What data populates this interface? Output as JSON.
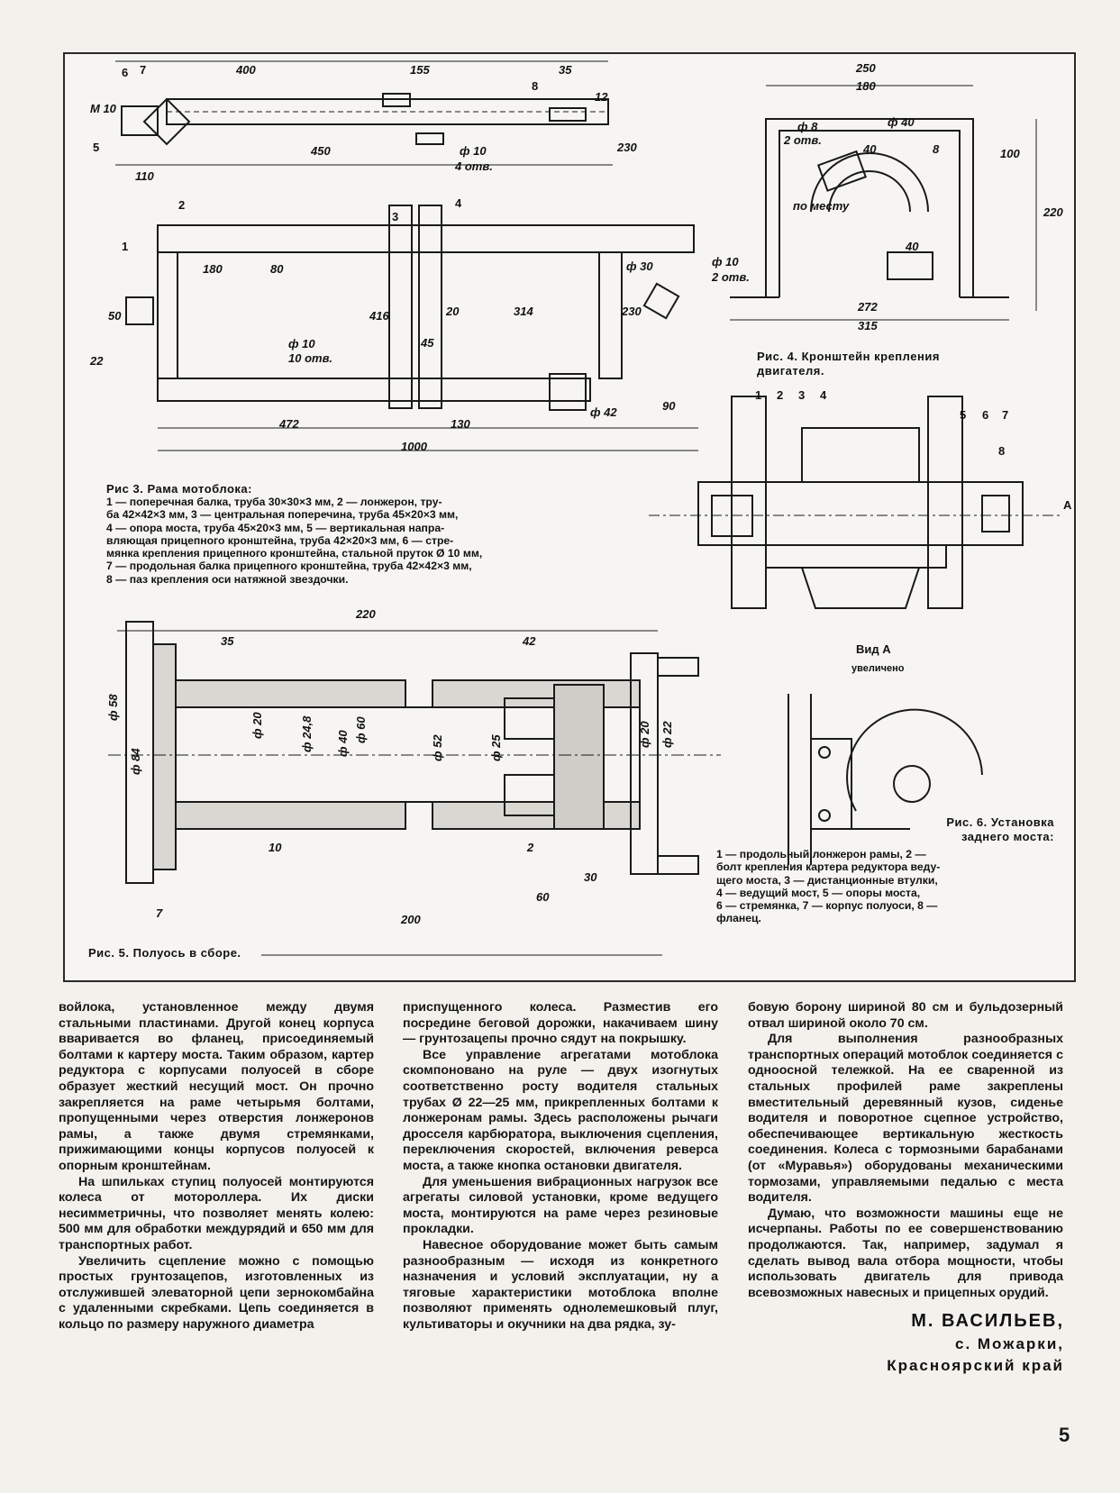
{
  "fig3": {
    "title": "Рис 3. Рама мотоблока:",
    "lines": [
      "1 — поперечная балка, труба 30×30×3 мм, 2 — лонжерон, тру-",
      "ба 42×42×3 мм, 3 — центральная поперечина, труба 45×20×3 мм,",
      "4 — опора моста, труба 45×20×3 мм, 5 — вертикальная напра-",
      "вляющая прицепного кронштейна, труба 42×20×3 мм, 6 — стре-",
      "мянка крепления прицепного кронштейна, стальной пруток Ø 10 мм,",
      "7 — продольная балка прицепного кронштейна, труба 42×42×3 мм,",
      "8 — паз крепления оси натяжной звездочки."
    ],
    "dims": [
      "400",
      "155",
      "35",
      "12",
      "450",
      "230",
      "110",
      "М 10",
      "ф 10",
      "4 отв.",
      "180",
      "80",
      "50",
      "416",
      "20",
      "314",
      "230",
      "ф 30",
      "ф 10",
      "10 отв.",
      "45",
      "22",
      "472",
      "130",
      "ф 42",
      "90",
      "1000"
    ],
    "labels": [
      "6",
      "7",
      "5",
      "8",
      "1",
      "2",
      "3",
      "4"
    ]
  },
  "fig4": {
    "title": "Рис. 4. Кронштейн крепления двигателя.",
    "dims": [
      "250",
      "180",
      "ф 8",
      "2 отв.",
      "ф 40",
      "40",
      "по месту",
      "100",
      "220",
      "ф 10",
      "2 отв.",
      "40",
      "272",
      "315"
    ],
    "labels": [
      "8"
    ]
  },
  "fig5": {
    "title": "Рис. 5. Полуось в сборе.",
    "dims": [
      "220",
      "35",
      "42",
      "ф 58",
      "ф 84",
      "ф 20",
      "ф 24,8",
      "ф 40",
      "ф 60",
      "ф 52",
      "ф 25",
      "ф 20",
      "ф 22",
      "10",
      "2",
      "30",
      "60",
      "7",
      "200"
    ]
  },
  "fig6": {
    "title": "Рис. 6. Установка заднего моста:",
    "lines": [
      "1 — продольный лонжерон рамы, 2 —",
      "болт крепления картера редуктора веду-",
      "щего моста, 3 — дистанционные втулки,",
      "4 — ведущий мост, 5 — опоры моста,",
      "6 — стремянка, 7 — корпус полуоси, 8 —",
      "фланец."
    ],
    "labels": [
      "1",
      "2",
      "3",
      "4",
      "5",
      "6",
      "7",
      "8",
      "А"
    ],
    "view_label_1": "Вид А",
    "view_label_2": "увеличено"
  },
  "columns": {
    "col1": [
      "войлока, установленное между двумя стальными пластинами. Другой конец корпуса вваривается во фланец, присоединяемый болтами к картеру моста. Таким образом, картер редуктора с корпусами полуосей в сборе образует жесткий несущий мост. Он прочно закрепляется на раме четырьмя болтами, пропущенными через отверстия лонжеронов рамы, а также двумя стремянками, прижимающими концы корпусов полуосей к опорным кронштейнам.",
      "На шпильках ступиц полуосей монтируются колеса от мотороллера. Их диски несимметричны, что позволяет менять колею: 500 мм для обработки междурядий и 650 мм для транспортных работ.",
      "Увеличить сцепление можно с помощью простых грунтозацепов, изготовленных из отслужившей элеваторной цепи зернокомбайна с удаленными скребками. Цепь соединяется в кольцо по размеру наружного диаметра"
    ],
    "col2": [
      "приспущенного колеса. Разместив его посредине беговой дорожки, накачиваем шину — грунтозацепы прочно сядут на покрышку.",
      "Все управление агрегатами мотоблока скомпоновано на руле — двух изогнутых соответственно росту водителя стальных трубах Ø 22—25 мм, прикрепленных болтами к лонжеронам рамы. Здесь расположены рычаги дросселя карбюратора, выключения сцепления, переключения скоростей, включения реверса моста, а также кнопка остановки двигателя.",
      "Для уменьшения вибрационных нагрузок все агрегаты силовой установки, кроме ведущего моста, монтируются на раме через резиновые прокладки.",
      "Навесное оборудование может быть самым разнообразным — исходя из конкретного назначения и условий эксплуатации, ну а тяговые характеристики мотоблока вполне позволяют применять однолемешковый плуг, культиваторы и окучники на два рядка, зу-"
    ],
    "col3": [
      "бовую борону шириной 80 см и бульдозерный отвал шириной около 70 см.",
      "Для выполнения разнообразных транспортных операций мотоблок соединяется с одноосной тележкой. На ее сваренной из стальных профилей раме закреплены вместительный деревянный кузов, сиденье водителя и поворотное сцепное устройство, обеспечивающее вертикальную жесткость соединения. Колеса с тормозными барабанами (от «Муравья») оборудованы механическими тормозами, управляемыми педалью с места водителя.",
      "Думаю, что возможности машины еще не исчерпаны. Работы по ее совершенствованию продолжаются. Так, например, задумал я сделать вывод вала отбора мощности, чтобы использовать двигатель для привода всевозможных навесных и прицепных орудий."
    ]
  },
  "signature": {
    "author": "М. ВАСИЛЬЕВ,",
    "village": "с. Можарки,",
    "region": "Красноярский край"
  },
  "page_number": "5"
}
